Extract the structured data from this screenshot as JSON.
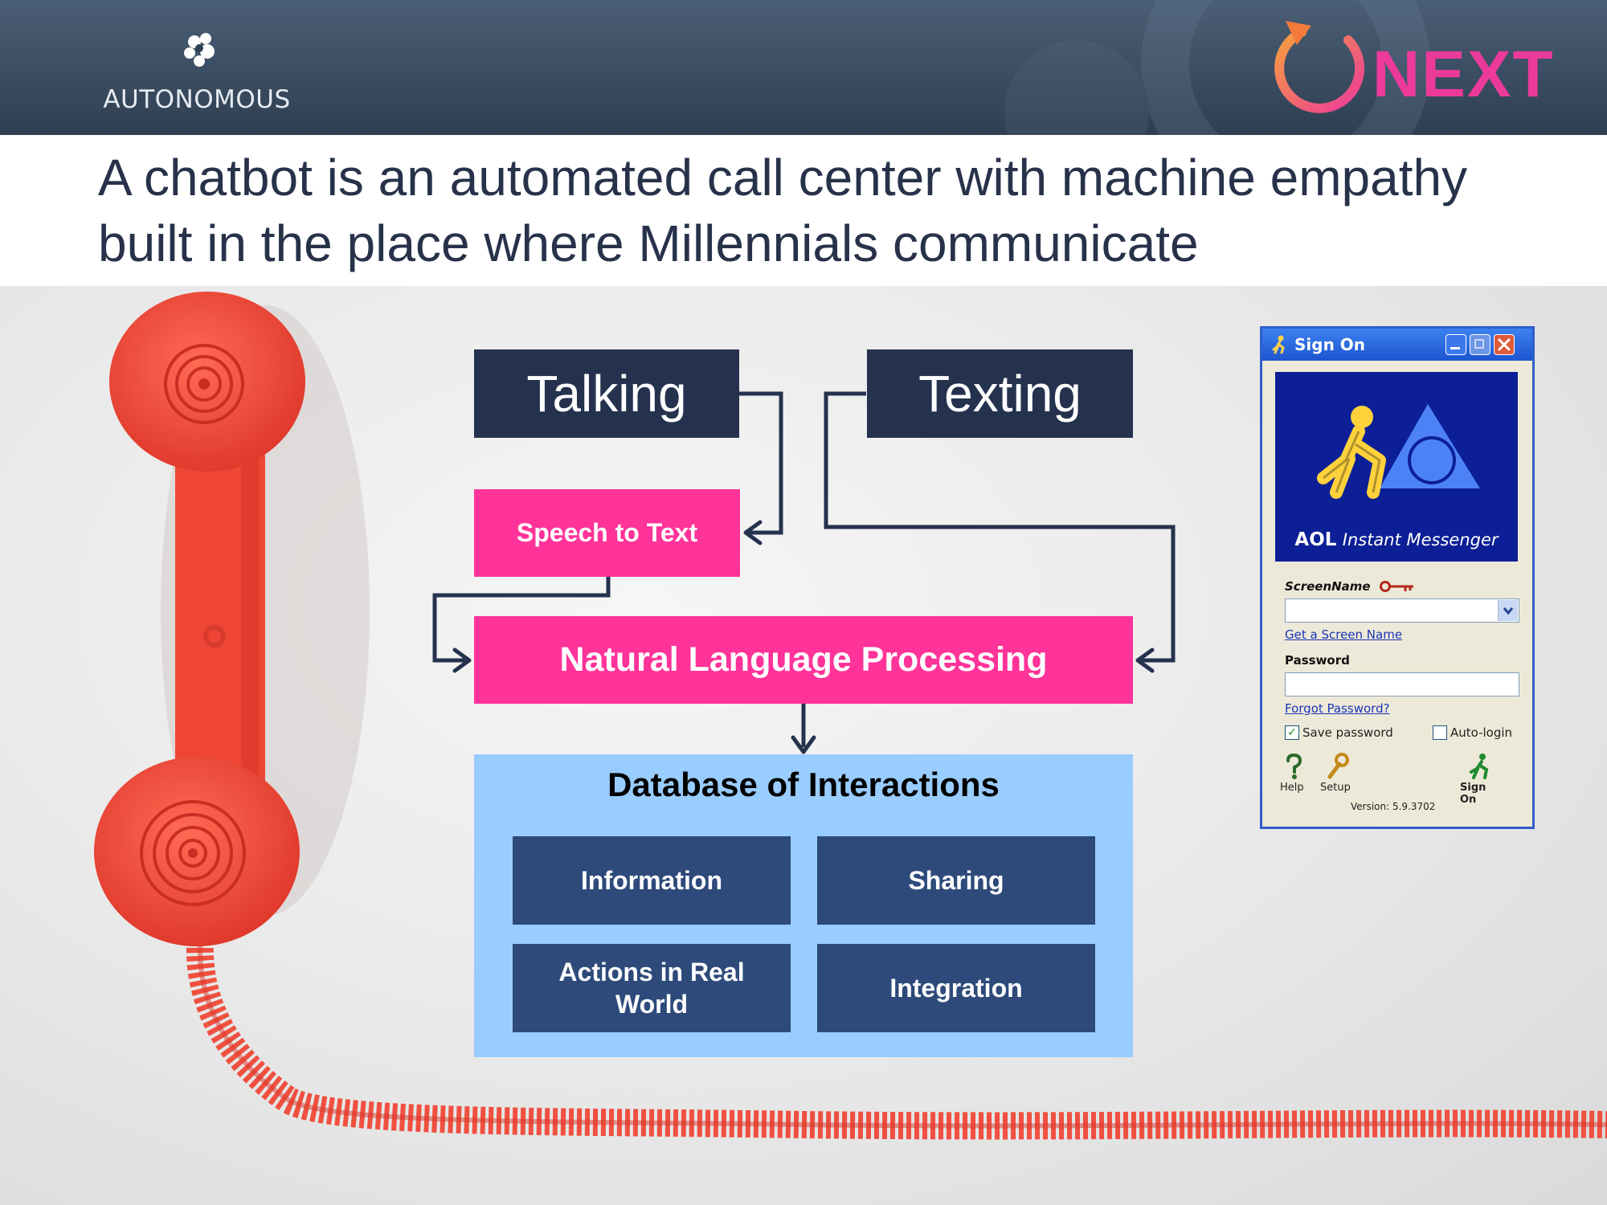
{
  "header": {
    "left_logo_text": "AUTONOMOUS",
    "right_logo_text": "NEXT"
  },
  "title": "A chatbot is an automated call center with machine empathy built in the place where Millennials communicate",
  "diagram": {
    "talking": "Talking",
    "texting": "Texting",
    "speech_to_text": "Speech to Text",
    "nlp": "Natural Language Processing",
    "database": {
      "title": "Database of Interactions",
      "tiles": [
        "Information",
        "Sharing",
        "Actions in Real World",
        "Integration"
      ]
    }
  },
  "aim_window": {
    "title": "Sign On",
    "brand_bold": "AOL",
    "brand_italic": "Instant Messenger",
    "screen_name_label": "ScreenName",
    "get_screen_name_link": "Get a Screen Name",
    "password_label": "Password",
    "forgot_password_link": "Forgot Password?",
    "save_password_label": "Save password",
    "save_password_checked": true,
    "auto_login_label": "Auto-login",
    "auto_login_checked": false,
    "help_label": "Help",
    "setup_label": "Setup",
    "sign_on_label": "Sign On",
    "version": "Version: 5.9.3702"
  },
  "colors": {
    "header_bg": "#3a4c62",
    "navy_box": "#25324e",
    "pink_box": "#ff3399",
    "db_panel": "#99ccff",
    "db_tile": "#2d4a7a",
    "phone_red": "#f2483a",
    "next_pink": "#ec3a9a",
    "next_orange": "#f47a3a"
  }
}
